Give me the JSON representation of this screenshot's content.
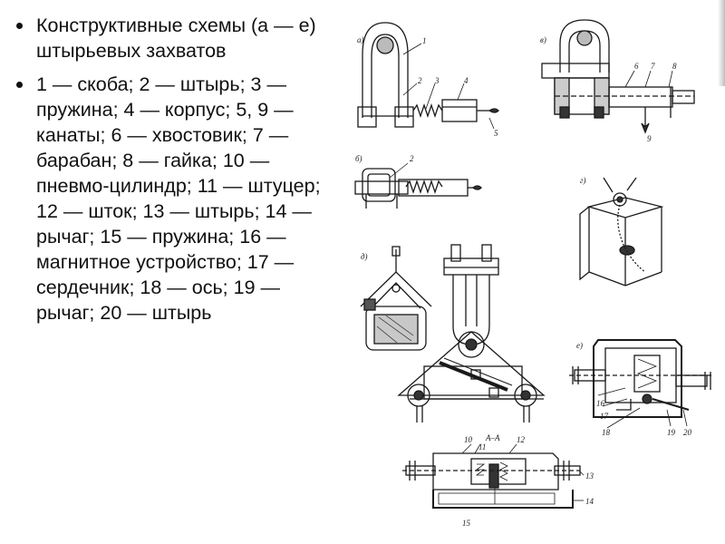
{
  "slide": {
    "bullets": [
      {
        "text": "Конструктивные схемы (а — е) штырьевых захватов"
      },
      {
        "text": "1 — скоба; 2 — штырь; 3 — пружина; 4 — корпус; 5, 9 — канаты; 6 — хвостовик;  7 — барабан;  8 — гайка;  10 — пневмо-цилиндр;  11 — штуцер;  12 — шток; 13 — штырь; 14 — рычаг; 15 — пружина; 16 — магнитное устройство;   17 — сердечник; 18 — ось; 19 — рычаг;  20 — штырь"
      }
    ]
  },
  "figure": {
    "panel_a": {
      "letter": "а)",
      "callouts": [
        "1",
        "2",
        "3",
        "4",
        "5"
      ]
    },
    "panel_b": {
      "letter": "б)",
      "callouts": [
        "2"
      ]
    },
    "panel_v": {
      "letter": "в)",
      "callouts": [
        "6",
        "7",
        "8",
        "9"
      ]
    },
    "panel_g": {
      "letter": "г)"
    },
    "panel_d": {
      "letter": "д)"
    },
    "panel_e": {
      "letter": "е)",
      "callouts": [
        "16",
        "17",
        "18",
        "19",
        "20"
      ]
    },
    "panel_bottom": {
      "section": "А–А",
      "callouts": [
        "10",
        "11",
        "12",
        "13",
        "14",
        "15"
      ]
    }
  }
}
